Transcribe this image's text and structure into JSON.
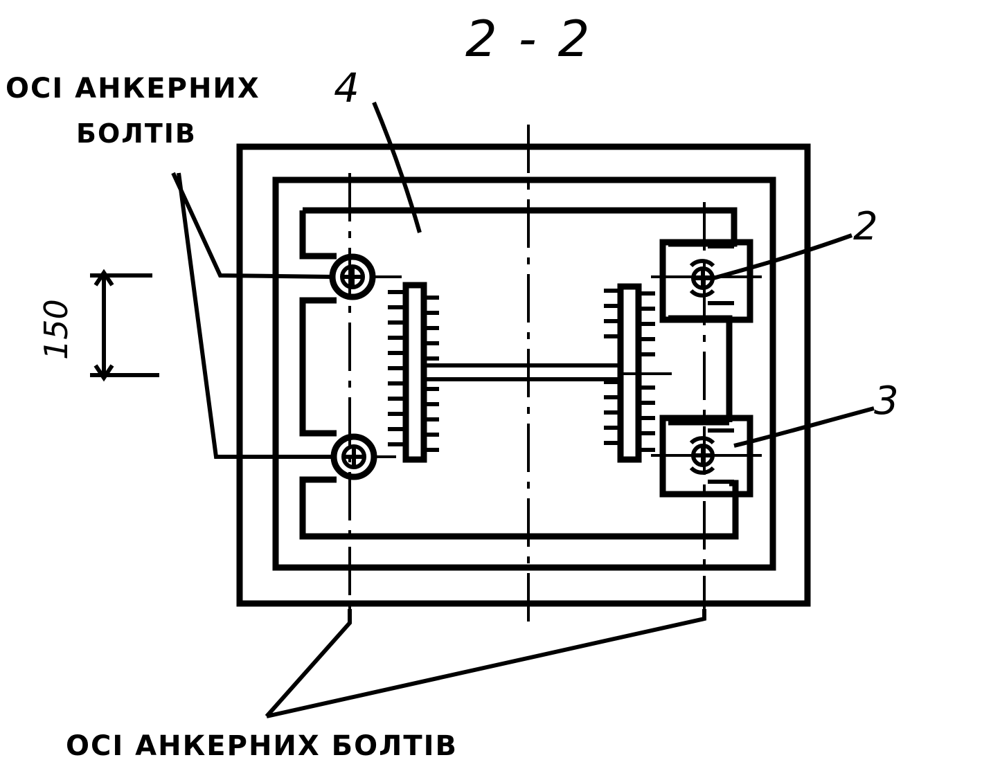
{
  "title": "2 - 2",
  "labels": {
    "axis_top_line1": "ОСІ АНКЕРНИХ",
    "axis_top_line2": "БОЛТІВ",
    "axis_bottom": "ОСІ АНКЕРНИХ БОЛТІВ"
  },
  "callouts": {
    "c4": "4",
    "c2": "2",
    "c3": "3"
  },
  "dimension": {
    "value": "150"
  }
}
